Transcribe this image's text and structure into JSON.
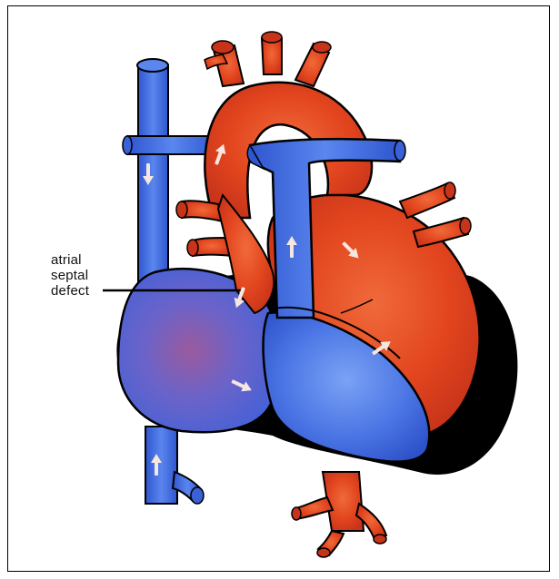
{
  "diagram": {
    "label_lines": [
      "atrial",
      "septal",
      "defect"
    ],
    "colors": {
      "deoxygenated": "#3b63d8",
      "oxygenated": "#e2451e",
      "mixed": "#8a56b0",
      "outline": "#000000",
      "arrow": "#f6e6e0"
    }
  }
}
